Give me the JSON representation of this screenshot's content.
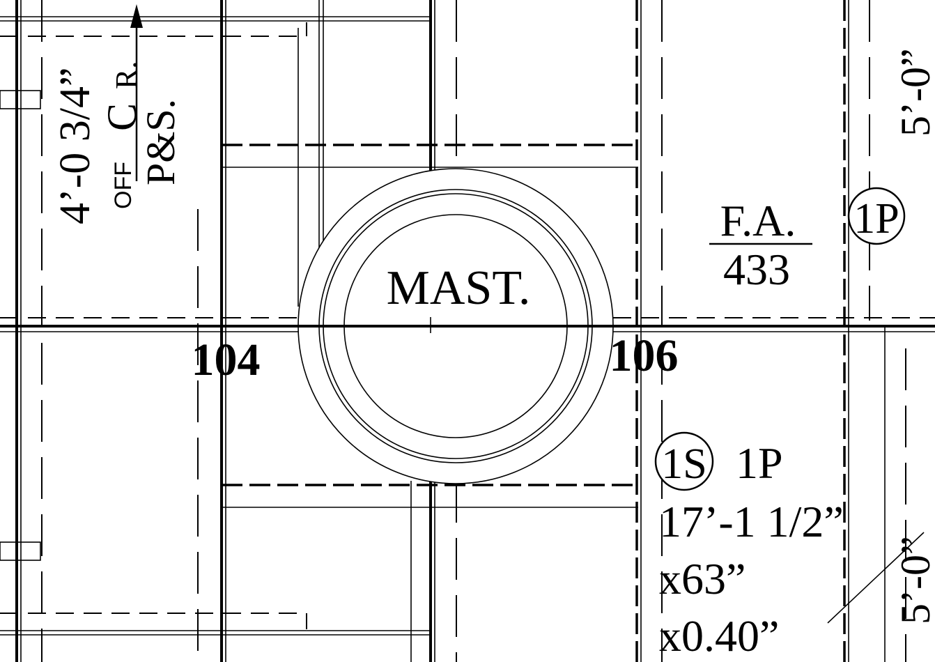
{
  "drawing": {
    "mast_label": "MAST.",
    "frame_left": "104",
    "frame_right": "106",
    "offset_dimension": "4’-0 3/4”",
    "offset_off": "OFF",
    "offset_ref_top": "C",
    "offset_ref_top_sub": "R.",
    "offset_ref_bottom": "P&S.",
    "fa_label": "F.A.",
    "fa_number": "433",
    "tag_1p_circled": "1P",
    "tag_1s_circled": "1S",
    "plate_code": "1P",
    "plate_length": "17’-1 1/2”",
    "plate_width": "x63”",
    "plate_thickness": "x0.40”",
    "spacing_top": "5’-0”",
    "spacing_bottom": "5’-0”"
  }
}
